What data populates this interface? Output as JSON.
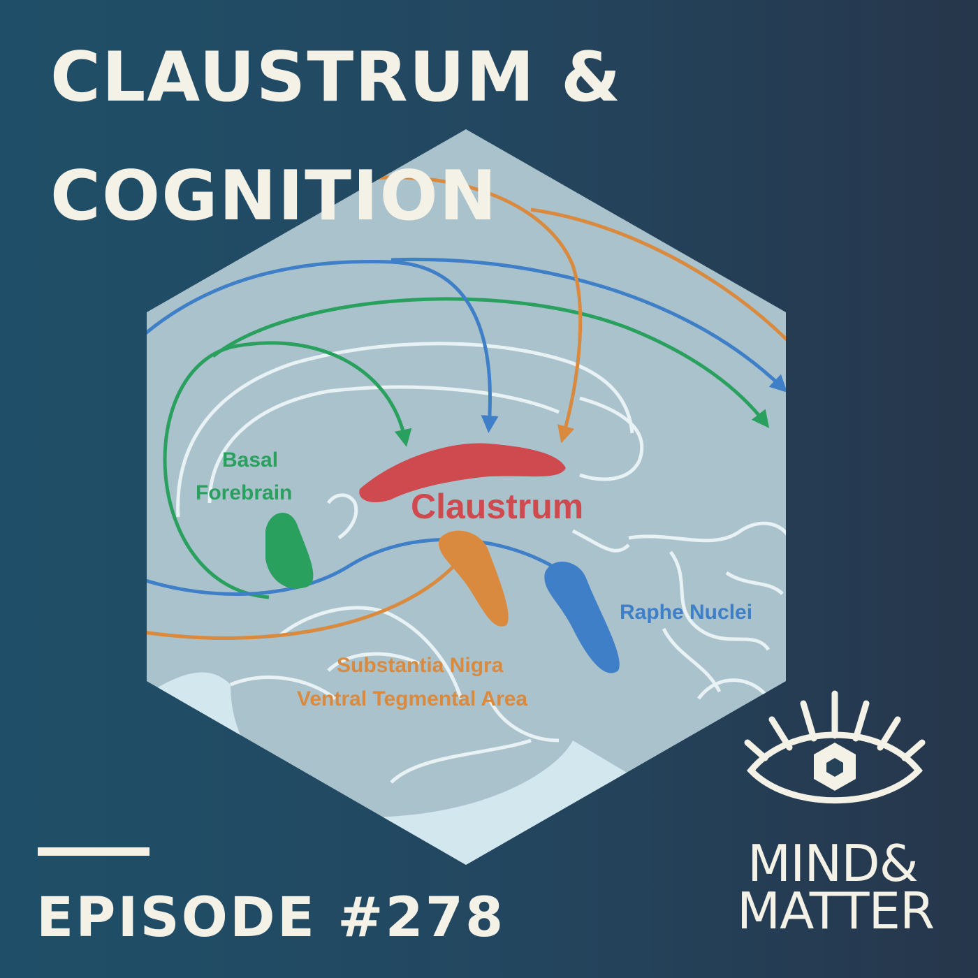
{
  "title": {
    "line1": "CLAUSTRUM &",
    "line2": "COGNITION"
  },
  "episode": "EPISODE #278",
  "brand": {
    "line1": "MIND&",
    "line2": "MATTER",
    "icon": "eye-hexagon-icon"
  },
  "diagram": {
    "labels": {
      "basal_line1": "Basal",
      "basal_line2": "Forebrain",
      "claustrum": "Claustrum",
      "raphe": "Raphe Nuclei",
      "sn_line1": "Substantia Nigra",
      "sn_line2": "Ventral Tegmental Area"
    },
    "colors": {
      "green": "#2aa05f",
      "blue": "#3f7fc8",
      "orange": "#d98a3e",
      "red": "#cf4a4e",
      "background": "#a9c2cc",
      "outline": "#e8f1f4"
    }
  },
  "colors": {
    "background_left": "#1f4f68",
    "background_right": "#26364b",
    "text": "#f4f1e6"
  }
}
